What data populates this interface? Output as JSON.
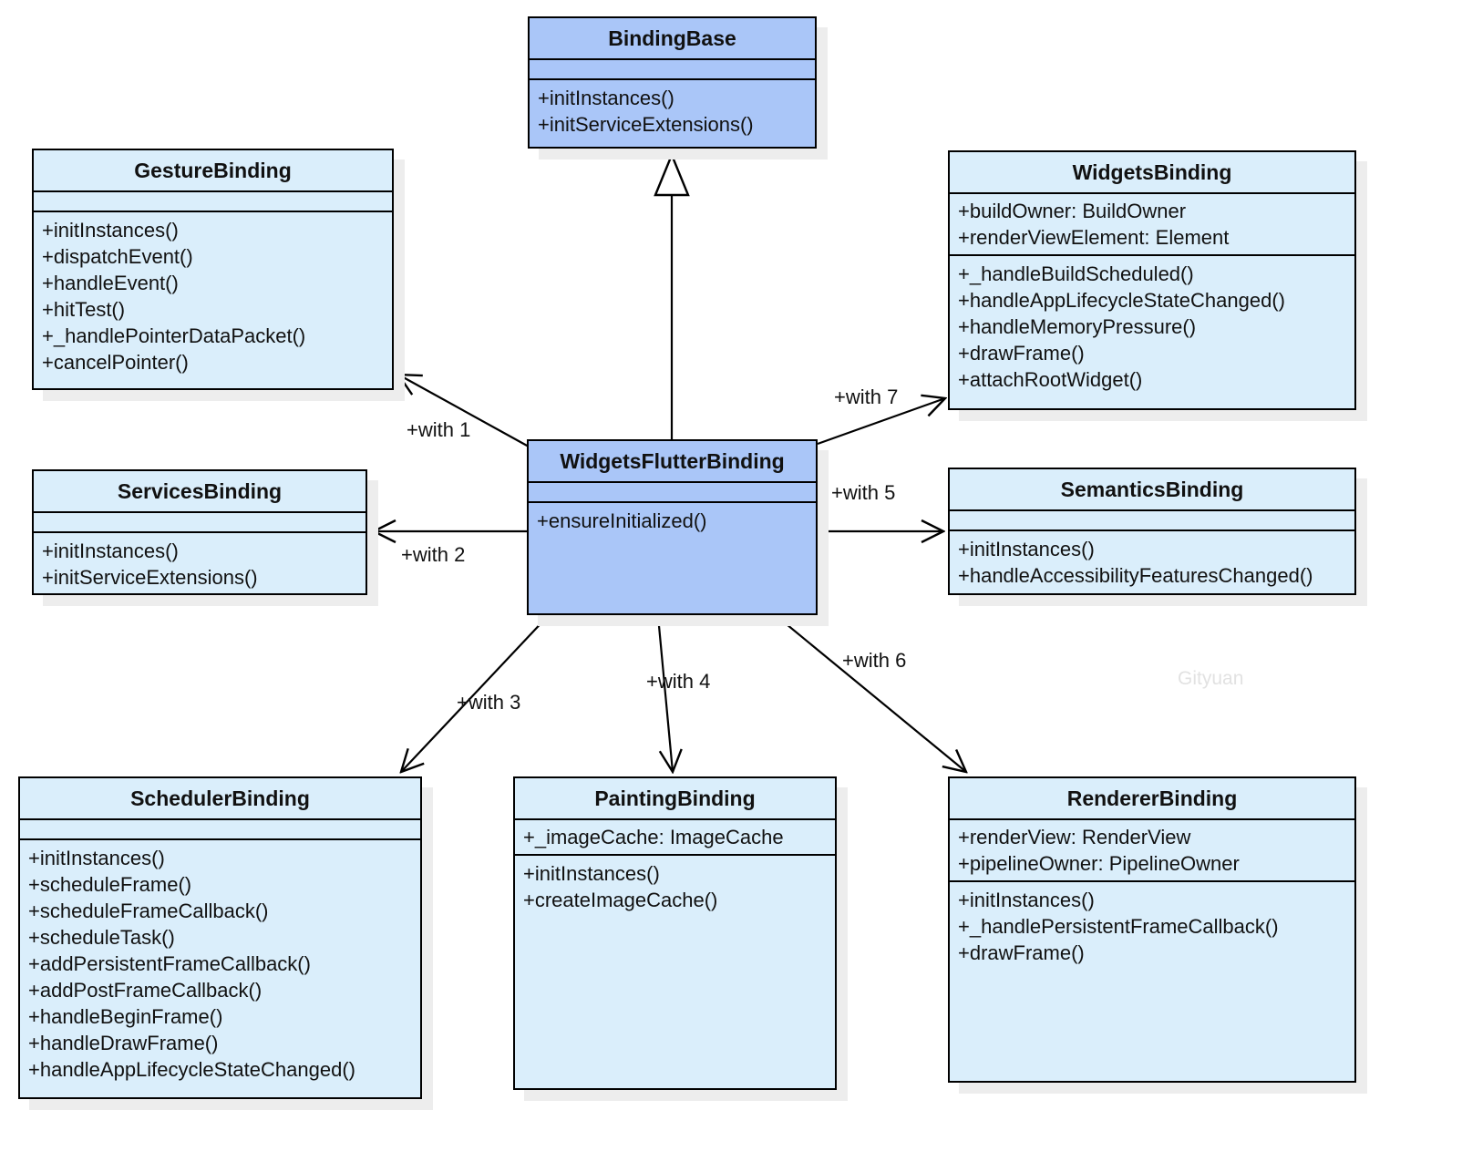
{
  "diagram": {
    "watermark": "Gityuan",
    "colors": {
      "class_fill": "#daeefb",
      "emphasis_fill": "#aac6f8",
      "border": "#000000",
      "shadow": "#ededed",
      "watermark_color": "#e2e2e2"
    },
    "classes": [
      {
        "name": "BindingBase",
        "emphasized": true,
        "attributes": [],
        "methods": [
          "+initInstances()",
          "+initServiceExtensions()"
        ]
      },
      {
        "name": "GestureBinding",
        "emphasized": false,
        "attributes": [],
        "methods": [
          "+initInstances()",
          "+dispatchEvent()",
          "+handleEvent()",
          "+hitTest()",
          "+_handlePointerDataPacket()",
          "+cancelPointer()"
        ]
      },
      {
        "name": "WidgetsBinding",
        "emphasized": false,
        "attributes": [
          "+buildOwner: BuildOwner",
          "+renderViewElement: Element"
        ],
        "methods": [
          "+_handleBuildScheduled()",
          "+handleAppLifecycleStateChanged()",
          "+handleMemoryPressure()",
          "+drawFrame()",
          "+attachRootWidget()"
        ]
      },
      {
        "name": "ServicesBinding",
        "emphasized": false,
        "attributes": [],
        "methods": [
          "+initInstances()",
          "+initServiceExtensions()"
        ]
      },
      {
        "name": "WidgetsFlutterBinding",
        "emphasized": true,
        "attributes": [],
        "methods": [
          "+ensureInitialized()"
        ]
      },
      {
        "name": "SemanticsBinding",
        "emphasized": false,
        "attributes": [],
        "methods": [
          "+initInstances()",
          "+handleAccessibilityFeaturesChanged()"
        ]
      },
      {
        "name": "SchedulerBinding",
        "emphasized": false,
        "attributes": [],
        "methods": [
          "+initInstances()",
          "+scheduleFrame()",
          "+scheduleFrameCallback()",
          "+scheduleTask()",
          "+addPersistentFrameCallback()",
          "+addPostFrameCallback()",
          "+handleBeginFrame()",
          "+handleDrawFrame()",
          "+handleAppLifecycleStateChanged()"
        ]
      },
      {
        "name": "PaintingBinding",
        "emphasized": false,
        "attributes": [
          "+_imageCache: ImageCache"
        ],
        "methods": [
          "+initInstances()",
          "+createImageCache()"
        ]
      },
      {
        "name": "RendererBinding",
        "emphasized": false,
        "attributes": [
          "+renderView: RenderView",
          "+pipelineOwner: PipelineOwner"
        ],
        "methods": [
          "+initInstances()",
          "+_handlePersistentFrameCallback()",
          "+drawFrame()"
        ]
      }
    ],
    "edges": [
      {
        "label": "+with 1",
        "from": "WidgetsFlutterBinding",
        "to": "GestureBinding",
        "type": "association"
      },
      {
        "label": "+with 2",
        "from": "WidgetsFlutterBinding",
        "to": "ServicesBinding",
        "type": "association"
      },
      {
        "label": "+with 3",
        "from": "WidgetsFlutterBinding",
        "to": "SchedulerBinding",
        "type": "association"
      },
      {
        "label": "+with 4",
        "from": "WidgetsFlutterBinding",
        "to": "PaintingBinding",
        "type": "association"
      },
      {
        "label": "+with 5",
        "from": "WidgetsFlutterBinding",
        "to": "SemanticsBinding",
        "type": "association"
      },
      {
        "label": "+with 6",
        "from": "WidgetsFlutterBinding",
        "to": "RendererBinding",
        "type": "association"
      },
      {
        "label": "+with 7",
        "from": "WidgetsFlutterBinding",
        "to": "WidgetsBinding",
        "type": "association"
      },
      {
        "label": "",
        "from": "WidgetsFlutterBinding",
        "to": "BindingBase",
        "type": "inheritance"
      }
    ]
  }
}
